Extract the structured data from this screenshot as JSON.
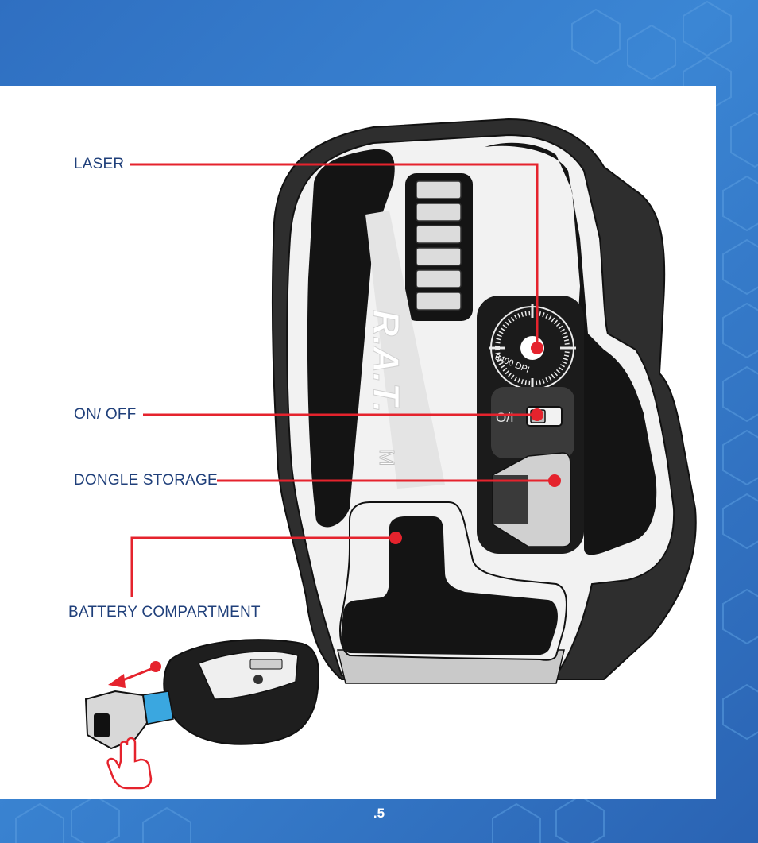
{
  "callouts": {
    "laser": "LASER",
    "on_off": "ON/ OFF",
    "dongle_storage": "DONGLE STORAGE",
    "battery_compartment": "BATTERY COMPARTMENT"
  },
  "mouse": {
    "brand_mark": "R.A.T.",
    "model_letter": "M",
    "dpi_label": "6400 DPI",
    "switch_label": "O/I"
  },
  "footer": {
    "page_number": ".5"
  },
  "colors": {
    "background_blue": "#3b86d4",
    "callout_red": "#e5232d",
    "label_navy": "#1f3f7a"
  }
}
